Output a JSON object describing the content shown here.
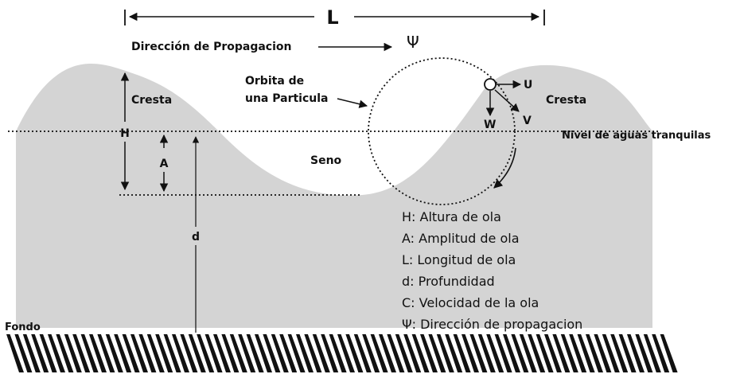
{
  "diagram": {
    "length_symbol": "L",
    "propagation_label": "Dirección de Propagacion",
    "psi_symbol": "Ψ",
    "crest_left": "Cresta",
    "crest_right": "Cresta",
    "trough": "Seno",
    "orbit_label_line1": "Orbita de",
    "orbit_label_line2": "una Particula",
    "height_symbol": "H",
    "amplitude_symbol": "A",
    "depth_symbol": "d",
    "velocity_u": "U",
    "velocity_v": "V",
    "velocity_w": "W",
    "still_water_level": "Nivel de aguas tranquilas",
    "bottom": "Fondo"
  },
  "legend": {
    "items": [
      "H: Altura de ola",
      "A: Amplitud de ola",
      "L: Longitud de ola",
      "d: Profundidad",
      "C: Velocidad de la ola",
      "Ψ: Dirección de propagacion"
    ]
  },
  "colors": {
    "water": "#d4d4d4",
    "ink": "#111111",
    "background": "#ffffff"
  }
}
